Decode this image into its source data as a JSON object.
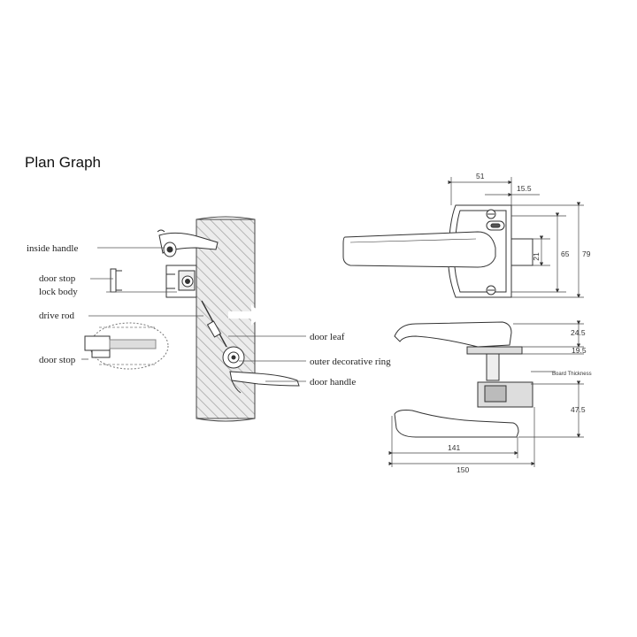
{
  "title": "Plan Graph",
  "callouts": {
    "inside_handle": "inside handle",
    "door_stop_top": "door stop",
    "lock_body": "lock body",
    "drive_rod": "drive rod",
    "door_stop_bottom": "door stop",
    "door_leaf": "door leaf",
    "outer_ring": "outer decorative ring",
    "door_handle": "door handle"
  },
  "dimensions": {
    "d51": "51",
    "d15_5": "15.5",
    "d21": "21",
    "d65": "65",
    "d79": "79",
    "d24_5": "24.5",
    "d19_5": "19.5",
    "board": "Board Thickness",
    "d47_5": "47.5",
    "d141": "141",
    "d150": "150"
  },
  "colors": {
    "line": "#333333",
    "hatch": "#9a9a9a",
    "panel": "#e6e6e6"
  }
}
